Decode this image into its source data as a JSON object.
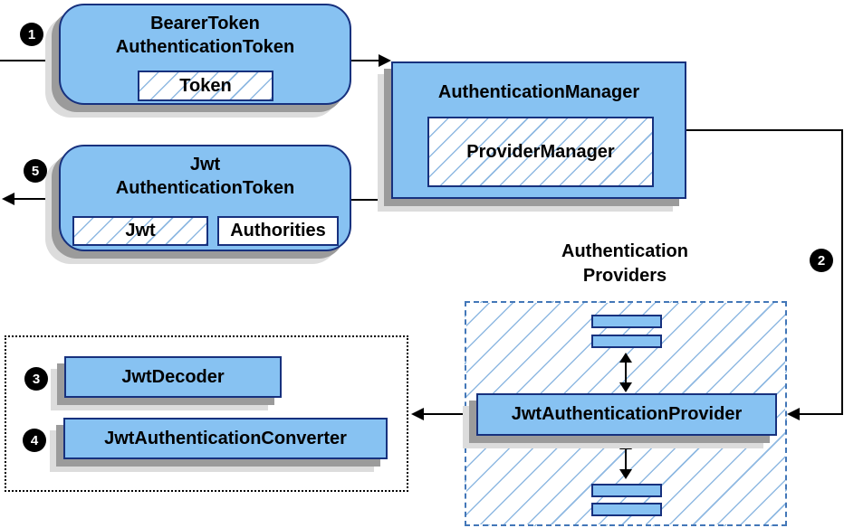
{
  "nodes": {
    "bearer_token_authentication_token": {
      "title_line1": "BearerToken",
      "title_line2": "AuthenticationToken",
      "field_token": "Token"
    },
    "authentication_manager": {
      "title": "AuthenticationManager",
      "field_provider_manager": "ProviderManager"
    },
    "jwt_authentication_token": {
      "title_line1": "Jwt",
      "title_line2": "AuthenticationToken",
      "field_jwt": "Jwt",
      "field_authorities": "Authorities"
    },
    "authentication_providers_group": {
      "label_line1": "Authentication",
      "label_line2": "Providers"
    },
    "jwt_authentication_provider": {
      "title": "JwtAuthenticationProvider"
    },
    "jwt_decoder": {
      "title": "JwtDecoder"
    },
    "jwt_authentication_converter": {
      "title": "JwtAuthenticationConverter"
    }
  },
  "step_badges": {
    "step_1": "1",
    "step_2": "2",
    "step_3": "3",
    "step_4": "4",
    "step_5": "5"
  },
  "colors": {
    "node_fill": "#87C2F2",
    "node_border": "#17317E",
    "hatch_line": "#8FB9E2",
    "group_dashed_border": "#4377B8",
    "group_dotted_border": "#000000",
    "connector": "#000000",
    "shadow_dark": "#9B9B9B",
    "shadow_light": "#DCDCDC",
    "badge_background": "#000000",
    "badge_number": "#FFFFFF"
  }
}
